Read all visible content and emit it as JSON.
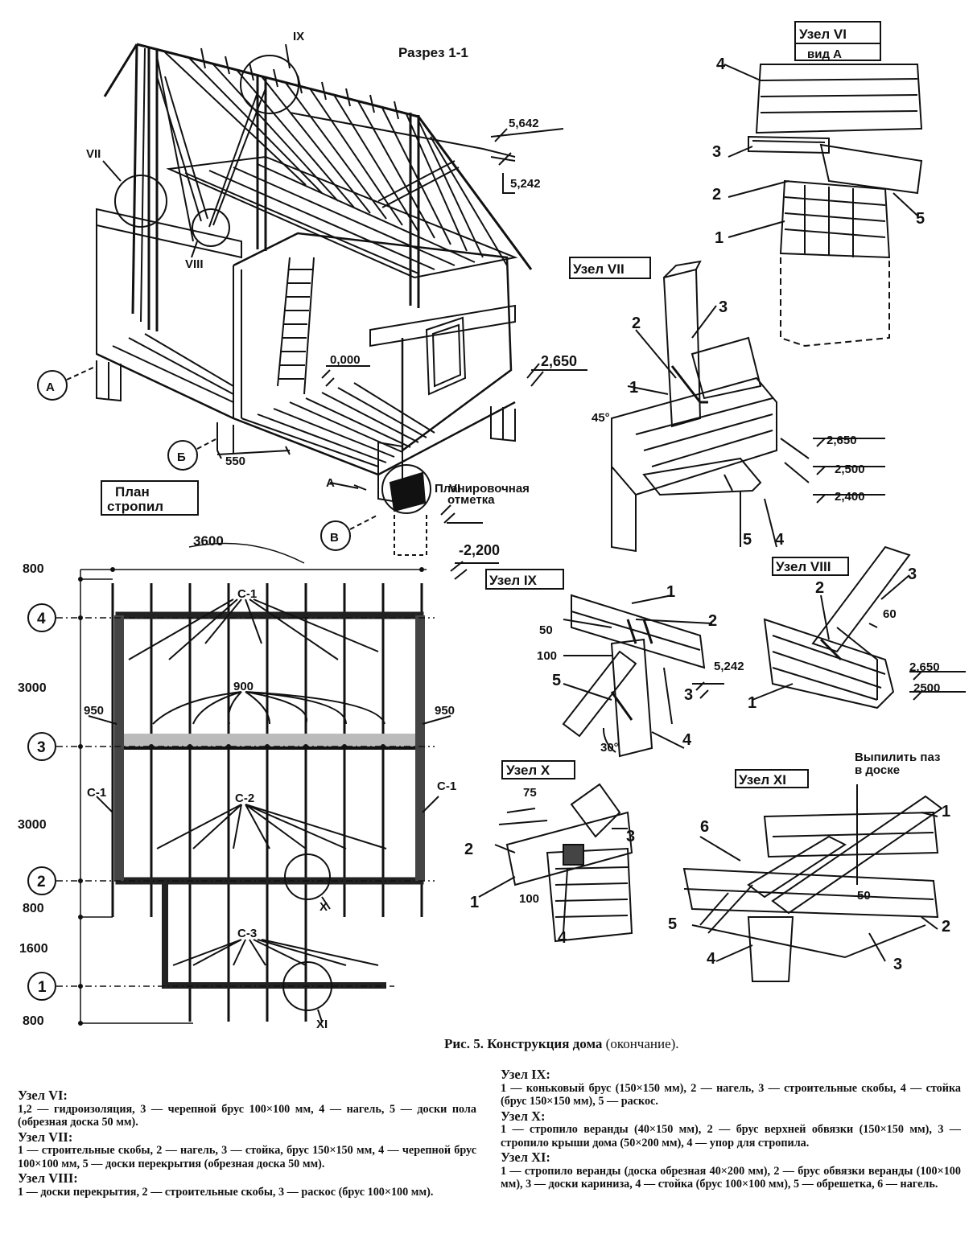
{
  "titles": {
    "section": "Разрез 1-1",
    "rafter_plan_1": "План",
    "rafter_plan_2": "стропил",
    "node6_1": "Узел VI",
    "node6_2": "вид А",
    "node7": "Узел VII",
    "node8": "Узел VIII",
    "node9": "Узел IX",
    "node10": "Узел X",
    "node11": "Узел XI",
    "planning_mark_1": "Планировочная",
    "planning_mark_2": "отметка",
    "cut_groove_1": "Выпилить паз",
    "cut_groove_2": "в доске"
  },
  "section_marks": {
    "roman_ix": "IX",
    "roman_vii": "VII",
    "roman_viii": "VIII",
    "roman_vi": "VI",
    "axis_a": "А",
    "axis_b": "Б",
    "axis_v": "В",
    "view_a": "А",
    "elev_ridge_top": "5,642",
    "elev_ridge": "5,242",
    "elev_floor2": "2,650",
    "elev_zero": "0,000",
    "elev_foot": "-2,200",
    "dim_550": "550"
  },
  "node_marks": {
    "n7_2650": "2,650",
    "n7_2500": "2,500",
    "n7_2400": "2,400",
    "n7_angle": "45°",
    "n8_2650": "2,650",
    "n8_2500": "2500",
    "n8_60": "60",
    "n9_5242": "5,242",
    "n9_50": "50",
    "n9_100": "100",
    "n9_angle": "30°",
    "n10_75": "75",
    "n10_100": "100",
    "n11_50": "50"
  },
  "plan": {
    "dim_total": "3600",
    "dims_left": [
      "800",
      "3000",
      "3000",
      "800",
      "1600",
      "800"
    ],
    "axes": [
      "4",
      "3",
      "2",
      "1"
    ],
    "dim_900": "900",
    "dim_950_left": "950",
    "dim_950_right": "950",
    "c1_top": "С-1",
    "c1_left": "С-1",
    "c1_right": "С-1",
    "c2": "С-2",
    "c3": "С-3",
    "roman_x": "X",
    "roman_xi": "XI"
  },
  "caption": {
    "bold": "Рис. 5. Конструкция дома",
    "normal": " (окончание)."
  },
  "legend_left": [
    {
      "head": "Узел VI:",
      "text": "1,2 — гидроизоляция, 3 — черепной брус 100×100 мм, 4 — нагель, 5 — доски пола (обрезная доска 50 мм)."
    },
    {
      "head": "Узел VII:",
      "text": "1 — строительные скобы, 2 — нагель, 3 — стойка, брус 150×150 мм, 4 — черепной брус 100×100 мм, 5 — доски перекрытия (обрезная доска 50 мм)."
    },
    {
      "head": "Узел VIII:",
      "text": "1 — доски перекрытия, 2 — строительные скобы, 3 — раскос (брус 100×100 мм)."
    }
  ],
  "legend_right": [
    {
      "head": "Узел IX:",
      "text": "1 — коньковый брус (150×150 мм), 2 — нагель, 3 — строительные скобы, 4 — стойка (брус 150×150 мм), 5 — раскос."
    },
    {
      "head": "Узел X:",
      "text": "1 — стропило веранды (40×150 мм), 2 — брус верхней обвязки (150×150 мм), 3 — стропило крыши дома (50×200 мм), 4 — упор для стропила."
    },
    {
      "head": "Узел XI:",
      "text": "1 — стропило веранды (доска обрезная 40×200 мм), 2 — брус обвязки веранды (100×100 мм), 3 — доски кариниза, 4 — стойка (брус 100×100 мм), 5 — обрешетка, 6 — нагель."
    }
  ]
}
